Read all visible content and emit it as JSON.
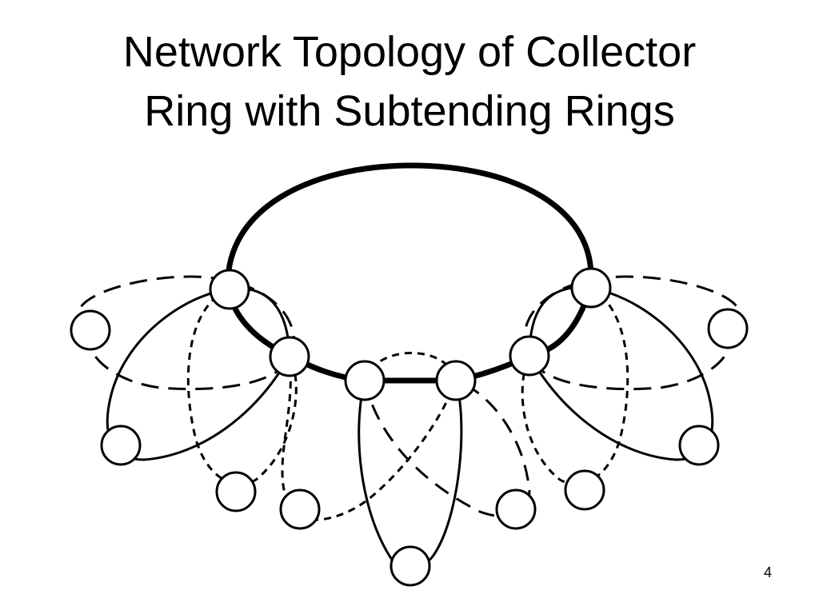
{
  "slide": {
    "title_line1": "Network Topology of Collector",
    "title_line2": "Ring with Subtending Rings",
    "page_number": "4"
  },
  "colors": {
    "stroke": "#000000",
    "node_fill": "#ffffff",
    "background": "#ffffff"
  }
}
